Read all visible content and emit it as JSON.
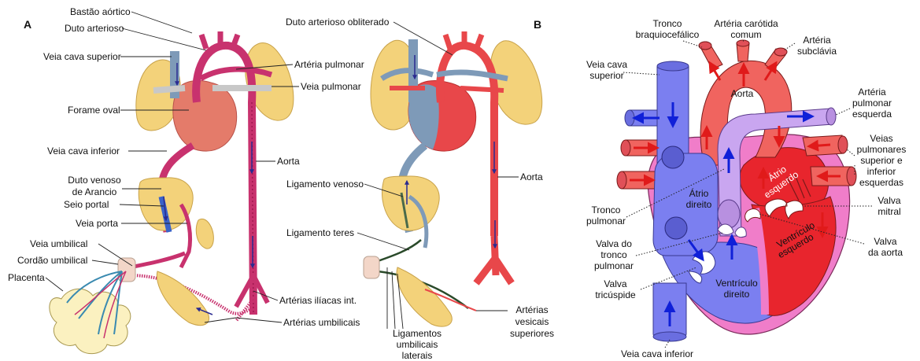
{
  "panel_a": {
    "letter": "A",
    "labels": {
      "bastao_aortico": "Bastão aórtico",
      "duto_arterioso": "Duto arterioso",
      "veia_cava_superior": "Veia cava superior",
      "forame_oval": "Forame oval",
      "veia_cava_inferior": "Veia cava inferior",
      "duto_venoso_1": "Duto venoso",
      "duto_venoso_2": "de Arancio",
      "seio_portal": "Seio portal",
      "veia_porta": "Veia porta",
      "veia_umbilical": "Veia umbilical",
      "cordao_umbilical": "Cordão umbilical",
      "placenta": "Placenta",
      "arteria_pulmonar": "Artéria pulmonar",
      "veia_pulmonar": "Veia pulmonar",
      "aorta": "Aorta",
      "arterias_iliacas": "Artérias ilíacas int.",
      "arterias_umbilicais": "Artérias umbilicais"
    }
  },
  "panel_b": {
    "letter": "B",
    "labels": {
      "duto_arterioso_obliterado": "Duto arterioso obliterado",
      "aorta": "Aorta",
      "ligamento_venoso": "Ligamento venoso",
      "ligamento_teres": "Ligamento teres",
      "ligamentos_1": "Ligamentos",
      "ligamentos_2": "umbilicais",
      "ligamentos_3": "laterais",
      "arterias_vesicais_1": "Artérias",
      "arterias_vesicais_2": "vesicais",
      "arterias_vesicais_3": "superiores"
    }
  },
  "heart": {
    "labels": {
      "tronco_braquiocefalico_1": "Tronco",
      "tronco_braquiocefalico_2": "braquiocefálico",
      "arteria_carotida_1": "Artéria carótida",
      "arteria_carotida_2": "comum",
      "arteria_subclavia_1": "Artéria",
      "arteria_subclavia_2": "subclávia",
      "veia_cava_superior_1": "Veia cava",
      "veia_cava_superior_2": "superior",
      "aorta": "Aorta",
      "arteria_pulmonar_esquerda_1": "Artéria",
      "arteria_pulmonar_esquerda_2": "pulmonar",
      "arteria_pulmonar_esquerda_3": "esquerda",
      "veias_pulmonares_1": "Veias",
      "veias_pulmonares_2": "pulmonares",
      "veias_pulmonares_3": "superior e",
      "veias_pulmonares_4": "inferior",
      "veias_pulmonares_5": "esquerdas",
      "atrio_esquerdo_1": "Átrio",
      "atrio_esquerdo_2": "esquerdo",
      "atrio_direito_1": "Átrio",
      "atrio_direito_2": "direito",
      "tronco_pulmonar_1": "Tronco",
      "tronco_pulmonar_2": "pulmonar",
      "valva_mitral_1": "Valva",
      "valva_mitral_2": "mitral",
      "valva_aorta_1": "Valva",
      "valva_aorta_2": "da aorta",
      "ventriculo_esquerdo_1": "Ventrículo",
      "ventriculo_esquerdo_2": "esquerdo",
      "valva_tronco_1": "Valva do",
      "valva_tronco_2": "tronco",
      "valva_tronco_3": "pulmonar",
      "valva_tricuspide_1": "Valva",
      "valva_tricuspide_2": "tricúspide",
      "ventriculo_direito_1": "Ventrículo",
      "ventriculo_direito_2": "direito",
      "veia_cava_inferior": "Veia cava inferior"
    }
  },
  "colors": {
    "artery_red": "#e8474a",
    "fetal_magenta": "#c8326e",
    "vein_blue": "#7e9ab8",
    "lung_yellow": "#f3d27a",
    "heart_blue": "#7b7ff0",
    "heart_pink": "#f07dc9",
    "heart_red": "#f0645f"
  }
}
